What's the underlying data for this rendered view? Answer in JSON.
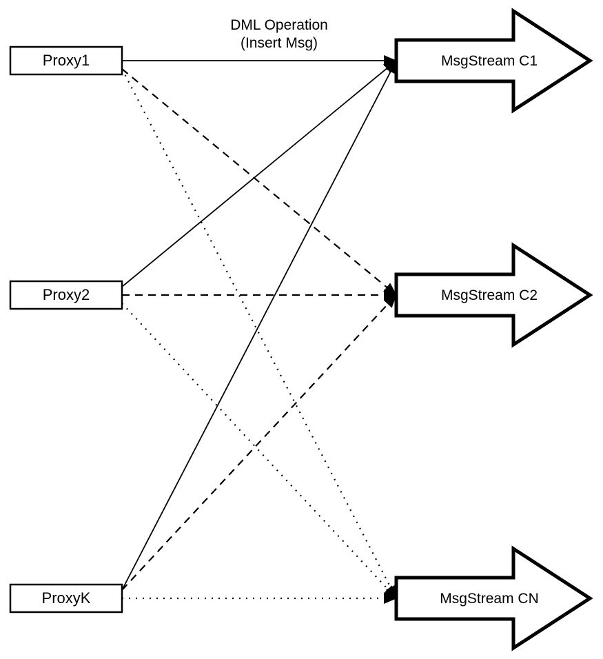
{
  "diagram": {
    "annotation": {
      "line1": "DML Operation",
      "line2": "(Insert Msg)"
    },
    "proxies": [
      {
        "id": "proxy1",
        "label": "Proxy1"
      },
      {
        "id": "proxy2",
        "label": "Proxy2"
      },
      {
        "id": "proxyk",
        "label": "ProxyK"
      }
    ],
    "streams": [
      {
        "id": "c1",
        "label": "MsgStream C1"
      },
      {
        "id": "c2",
        "label": "MsgStream C2"
      },
      {
        "id": "cn",
        "label": "MsgStream CN"
      }
    ],
    "edges": [
      {
        "from": "proxy1",
        "to": "c1",
        "style": "solid"
      },
      {
        "from": "proxy2",
        "to": "c1",
        "style": "solid"
      },
      {
        "from": "proxyk",
        "to": "c1",
        "style": "solid"
      },
      {
        "from": "proxy1",
        "to": "c2",
        "style": "dashed"
      },
      {
        "from": "proxy2",
        "to": "c2",
        "style": "dashed"
      },
      {
        "from": "proxyk",
        "to": "c2",
        "style": "dashed"
      },
      {
        "from": "proxy1",
        "to": "cn",
        "style": "dotted"
      },
      {
        "from": "proxy2",
        "to": "cn",
        "style": "dotted"
      },
      {
        "from": "proxyk",
        "to": "cn",
        "style": "dotted"
      }
    ],
    "colors": {
      "stroke": "#000000",
      "fill": "#ffffff",
      "background": "#ffffff"
    }
  }
}
